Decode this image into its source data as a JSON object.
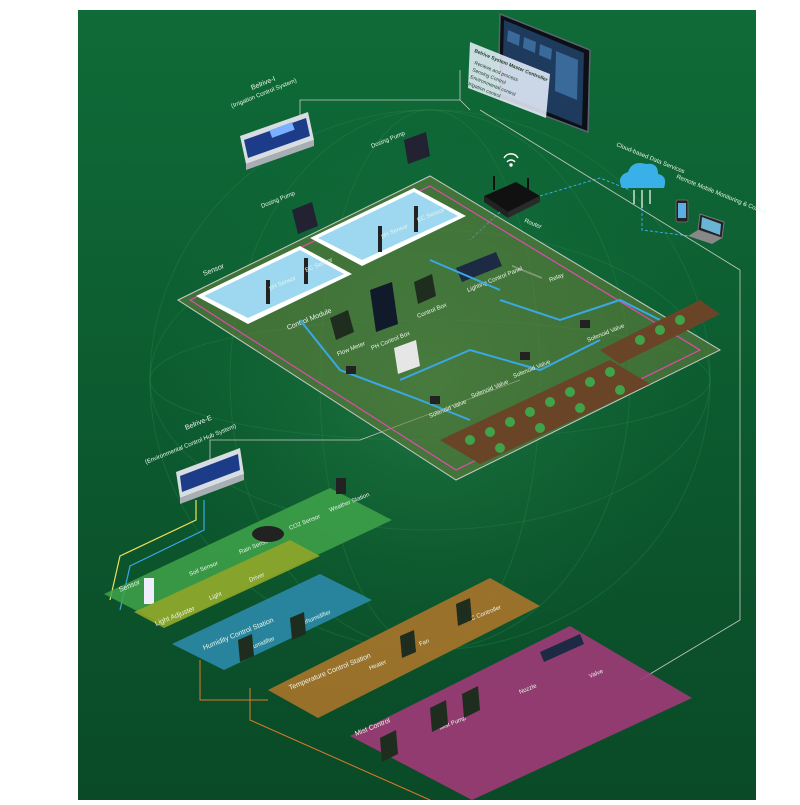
{
  "colors": {
    "background": "#0d5a30",
    "layer_surface": "#5f7a3a",
    "sensor_green": "#3fa34a",
    "light_yellow": "#8fa428",
    "humidity_blue": "#2a8aa8",
    "temperature_orange": "#a8742a",
    "mist_magenta": "#a03a78",
    "pipe_blue": "#3aa8e6",
    "cable_magenta": "#e04ab0"
  },
  "main_controller": {
    "title": "Belrive System Master Controller",
    "items": [
      "Recieve and process",
      "Sensing Control",
      "Environmental control",
      "Irigation control"
    ]
  },
  "belrive_i": {
    "name": "Belrive-I",
    "subtitle": "(Irrigation Control System)"
  },
  "belrive_e": {
    "name": "Belrive-E",
    "subtitle": "(Environmental Control Hub System)"
  },
  "upper_layer": {
    "sensor_label": "Sensor",
    "control_module_label": "Control Module",
    "dosing_labels": [
      "Dosing Pump",
      "Dosing Pump"
    ],
    "tank_labels": [
      "pH Sensor",
      "EC Sensor",
      "pH Sensor",
      "EC Sensor"
    ],
    "module_labels": [
      "Flow Meter",
      "PH Control Box",
      "Control Box",
      "Lighting Control Panel",
      "Relay"
    ],
    "valve_labels": [
      "Solenoid Valve",
      "Solenoid Valve",
      "Solenoid Valve",
      "Solenoid Valve"
    ]
  },
  "network": {
    "router_label": "Router",
    "cloud_label": "Cloud-based Data Services",
    "remote_label": "Remote Mobile Monitoring & Control"
  },
  "lower_layers": [
    {
      "label": "Sensor",
      "color_key": "sensor_green",
      "items": [
        "Soil Sensor",
        "Rain Sensor",
        "CO2 Sensor",
        "Weather Station"
      ]
    },
    {
      "label": "Light Adjuster",
      "color_key": "light_yellow",
      "items": [
        "Light",
        "Driver"
      ]
    },
    {
      "label": "Humidity Control Station",
      "color_key": "humidity_blue",
      "items": [
        "Humidifier",
        "Dehumidifier"
      ]
    },
    {
      "label": "Temperature Control Station",
      "color_key": "temperature_orange",
      "items": [
        "Heater",
        "Fan",
        "AC Controller"
      ]
    },
    {
      "label": "Mist Control",
      "color_key": "mist_magenta",
      "items": [
        "Mist Pump",
        "Nozzle",
        "Valve"
      ]
    }
  ]
}
